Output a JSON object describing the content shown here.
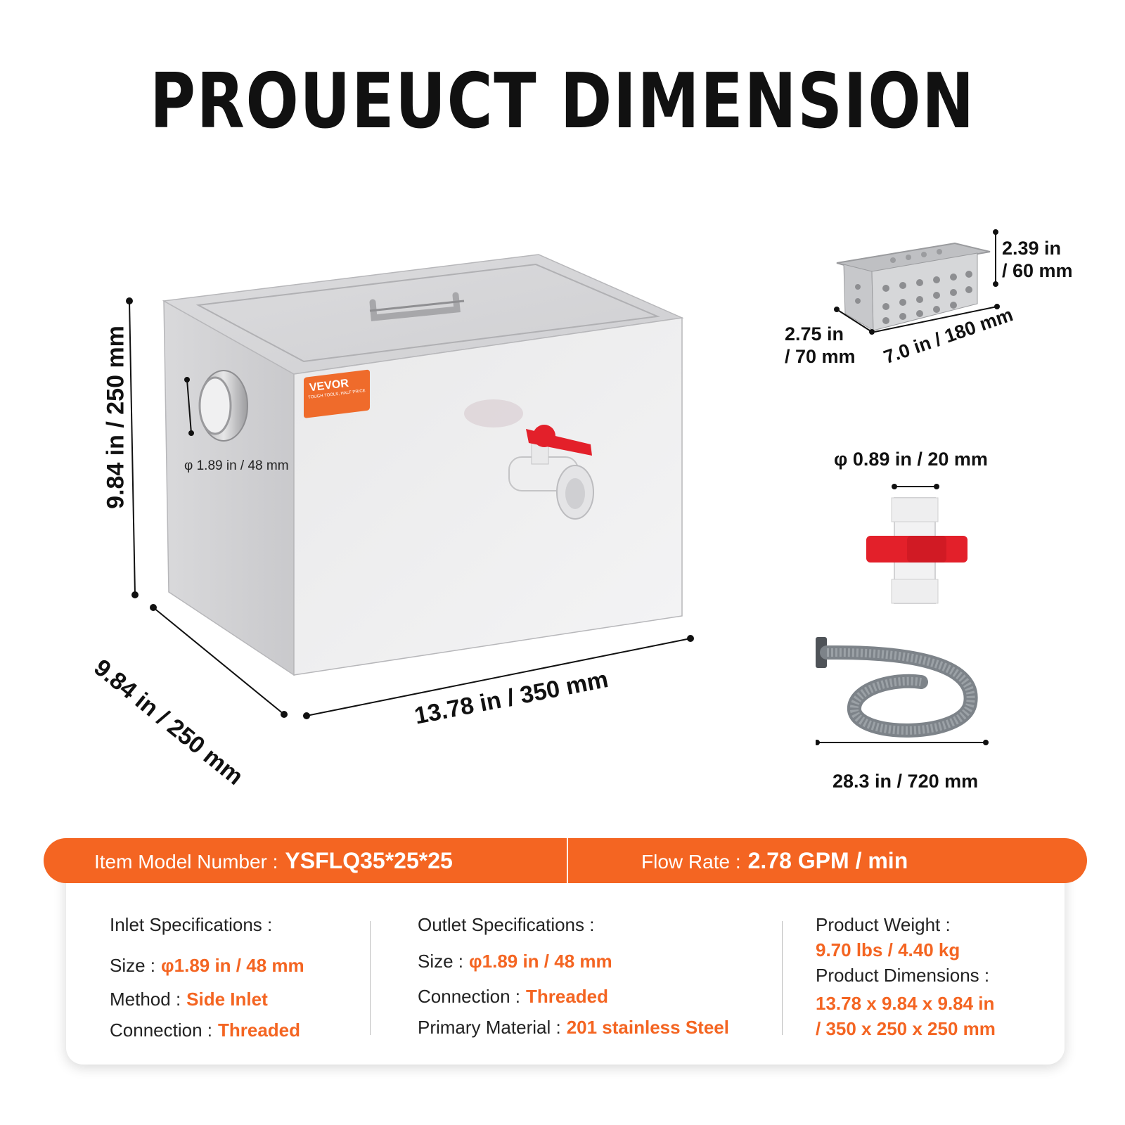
{
  "title": "PROUEUCT DIMENSION",
  "brand": {
    "logo_text": "VEVOR",
    "tagline": "TOUGH TOOLS, HALF PRICE",
    "accent_color": "#f46522"
  },
  "tank": {
    "height_label": "9.84 in / 250 mm",
    "depth_label": "9.84 in / 250 mm",
    "width_label": "13.78 in / 350 mm",
    "inlet_label": "φ 1.89 in / 48 mm"
  },
  "basket": {
    "height_label_1": "2.39 in",
    "height_label_2": "/ 60 mm",
    "width_label_1": "2.75 in",
    "width_label_2": "/ 70 mm",
    "length_label": "7.0 in / 180 mm"
  },
  "valve": {
    "diameter_label": "φ 0.89 in / 20 mm"
  },
  "hose": {
    "length_label": "28.3 in / 720 mm"
  },
  "specs": {
    "model_key": "Item Model Number :",
    "model_value": "YSFLQ35*25*25",
    "flow_key": "Flow Rate :",
    "flow_value": "2.78 GPM / min",
    "inlet": {
      "heading": "Inlet Specifications :",
      "size_key": "Size :",
      "size_value": "φ1.89 in / 48 mm",
      "method_key": "Method :",
      "method_value": "Side Inlet",
      "connection_key": "Connection :",
      "connection_value": "Threaded"
    },
    "outlet": {
      "heading": "Outlet Specifications :",
      "size_key": "Size :",
      "size_value": "φ1.89 in / 48 mm",
      "connection_key": "Connection :",
      "connection_value": "Threaded",
      "material_key": "Primary Material :",
      "material_value": "201 stainless Steel"
    },
    "product": {
      "weight_key": "Product Weight :",
      "weight_value": "9.70 lbs / 4.40 kg",
      "dimensions_key": "Product Dimensions :",
      "dimensions_value_1": "13.78 x 9.84 x 9.84 in",
      "dimensions_value_2": "/ 350 x 250 x 250 mm"
    }
  }
}
